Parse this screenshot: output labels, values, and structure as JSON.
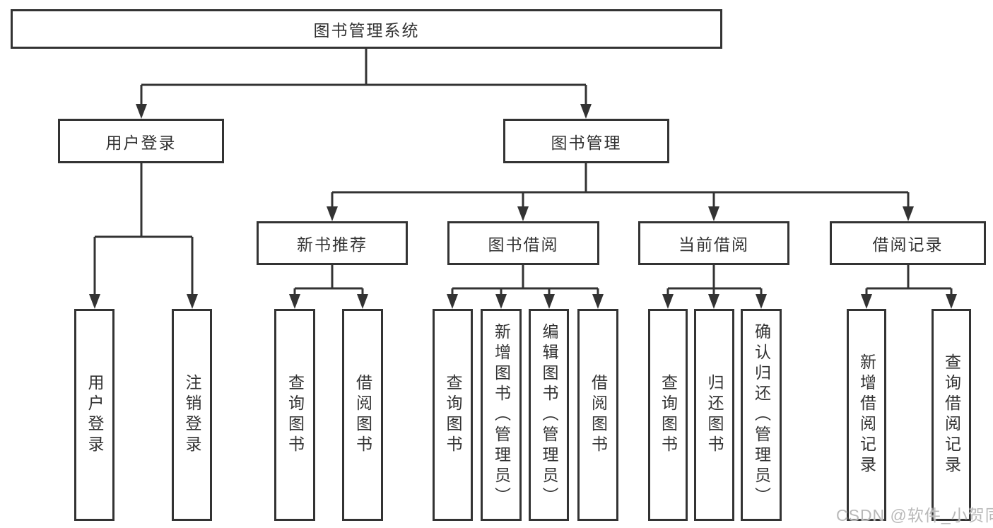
{
  "diagram_type": "hierarchy-tree",
  "colors": {
    "line": "#333333",
    "box_border": "#333333",
    "box_fill": "#ffffff",
    "text": "#333333",
    "watermark_text": "#b9b9b9",
    "background": "#ffffff"
  },
  "tree": {
    "label": "图书管理系统",
    "children": [
      {
        "label": "用户登录",
        "children": [
          {
            "label": "用户登录"
          },
          {
            "label": "注销登录"
          }
        ]
      },
      {
        "label": "图书管理",
        "children": [
          {
            "label": "新书推荐",
            "children": [
              {
                "label": "查询图书"
              },
              {
                "label": "借阅图书"
              }
            ]
          },
          {
            "label": "图书借阅",
            "children": [
              {
                "label": "查询图书"
              },
              {
                "label": "新增图书（管理员）"
              },
              {
                "label": "编辑图书（管理员）"
              },
              {
                "label": "借阅图书"
              }
            ]
          },
          {
            "label": "当前借阅",
            "children": [
              {
                "label": "查询图书"
              },
              {
                "label": "归还图书"
              },
              {
                "label": "确认归还（管理员）"
              }
            ]
          },
          {
            "label": "借阅记录",
            "children": [
              {
                "label": "新增借阅记录"
              },
              {
                "label": "查询借阅记录"
              }
            ]
          }
        ]
      }
    ]
  },
  "watermark": "CSDN @软件_小贺同学"
}
